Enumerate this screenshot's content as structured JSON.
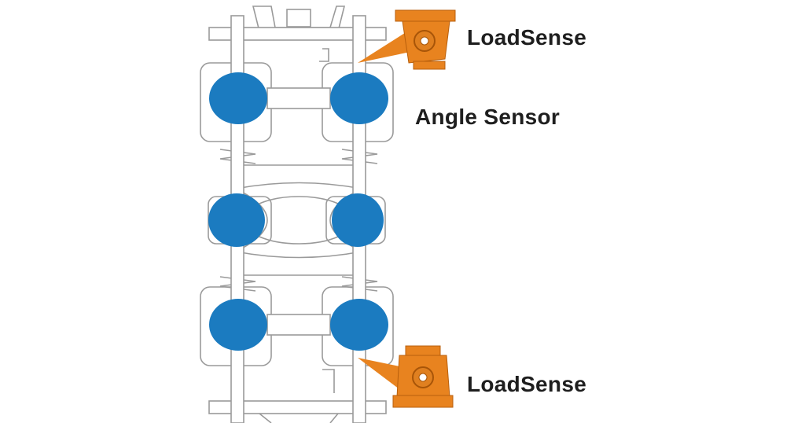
{
  "labels": {
    "top_sensor": "LoadSense",
    "angle_sensor": "Angle Sensor",
    "bottom_sensor": "LoadSense"
  },
  "colors": {
    "sensor_marker": "#1b7bc0",
    "load_sensor": "#e8831f",
    "text": "#1e1e1e",
    "drawing_lines": "#9a9a9a"
  }
}
